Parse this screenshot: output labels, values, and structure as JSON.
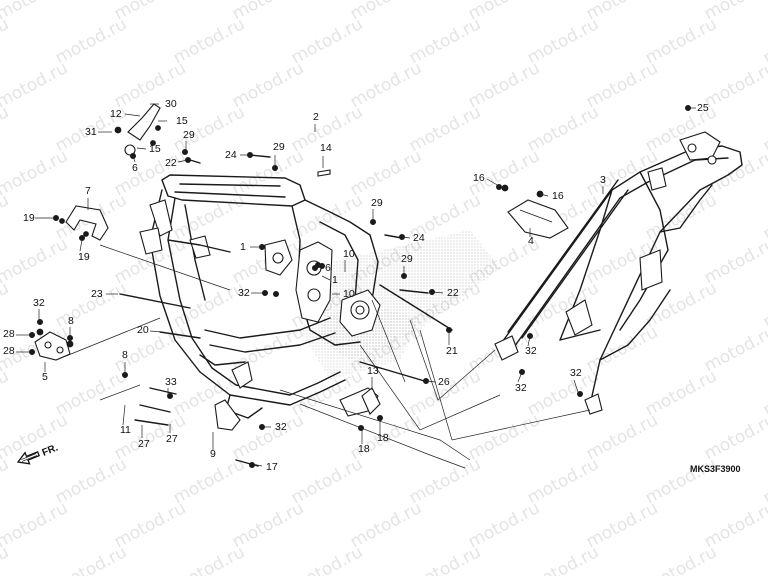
{
  "watermark": "motod.ru",
  "drawing_code": "MKS3F3900",
  "direction_label": "FR.",
  "callouts": [
    "1",
    "2",
    "3",
    "4",
    "5",
    "6",
    "7",
    "8",
    "9",
    "10",
    "11",
    "12",
    "13",
    "14",
    "15",
    "16",
    "17",
    "18",
    "19",
    "20",
    "21",
    "22",
    "23",
    "24",
    "25",
    "26",
    "27",
    "28",
    "29",
    "30",
    "31",
    "32",
    "33"
  ]
}
